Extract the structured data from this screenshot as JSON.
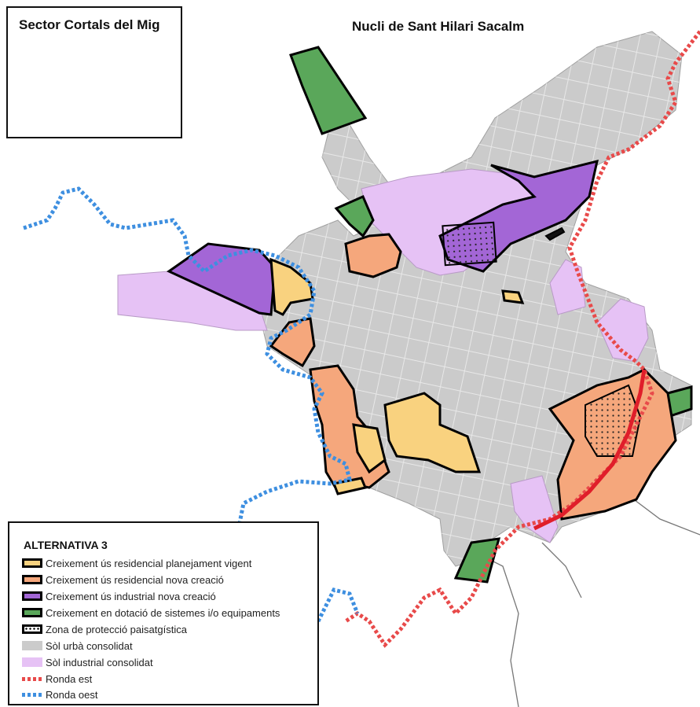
{
  "map": {
    "title": "Nucli de Sant Hilari Sacalm",
    "inset_title": "Sector Cortals del Mig",
    "colors": {
      "urban": "#cbcbcb",
      "industrial_consolidated": "#e6c2f5",
      "residential_current": "#f9d27f",
      "residential_new": "#f5a77c",
      "industrial_new": "#a366d6",
      "equipment": "#5aa75a",
      "ronda_est": "#e84a4a",
      "ronda_oest": "#3e8fe0"
    }
  },
  "legend": {
    "title": "ALTERNATIVA 3",
    "items": [
      {
        "label": "Creixement ús residencial planejament vigent",
        "icon": "residential-current-swatch"
      },
      {
        "label": "Creixement ús residencial nova creació",
        "icon": "residential-new-swatch"
      },
      {
        "label": "Creixement ús industrial nova creació",
        "icon": "industrial-new-swatch"
      },
      {
        "label": "Creixement en dotació de sistemes i/o equipaments",
        "icon": "equipment-swatch"
      },
      {
        "label": "Zona de protecció paisatgística",
        "icon": "landscape-protection-swatch"
      },
      {
        "label": "Sòl urbà consolidat",
        "icon": "urban-land-swatch"
      },
      {
        "label": "Sòl industrial consolidat",
        "icon": "industrial-land-swatch"
      },
      {
        "label": "Ronda est",
        "icon": "ronda-est-line"
      },
      {
        "label": "Ronda oest",
        "icon": "ronda-oest-line"
      }
    ]
  }
}
